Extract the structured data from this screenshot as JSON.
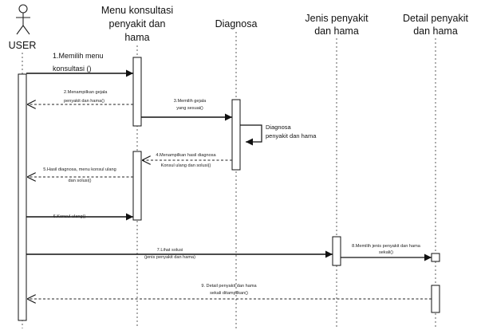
{
  "participants": [
    {
      "id": "user",
      "name": "USER"
    },
    {
      "id": "menu",
      "line1": "Menu konsultasi",
      "line2": "penyakit dan",
      "line3": "hama"
    },
    {
      "id": "diag",
      "name": "Diagnosa"
    },
    {
      "id": "jenis",
      "line1": "Jenis penyakit",
      "line2": "dan hama"
    },
    {
      "id": "detail",
      "line1": "Detail penyakit",
      "line2": "dan hama"
    }
  ],
  "messages": [
    {
      "id": "m1",
      "line1": "1.Memilih menu",
      "line2": "konsultasi ()",
      "style": "sync",
      "from": "user",
      "to": "menu"
    },
    {
      "id": "m2",
      "line1": "2.Menampilkan gejala",
      "line2": "penyakit dan hama()",
      "style": "return",
      "from": "menu",
      "to": "user"
    },
    {
      "id": "m3",
      "line1": "3.Memilih gejala",
      "line2": "yang sesuai()",
      "style": "sync",
      "from": "menu",
      "to": "diag"
    },
    {
      "id": "self",
      "line1": "Diagnosa",
      "line2": "penyakit dan hama",
      "style": "self",
      "from": "diag",
      "to": "diag"
    },
    {
      "id": "m4",
      "line1": "4.Menampilkan hasil diagnosa",
      "line2": "Konsul ulang dan solusi()",
      "style": "return",
      "from": "diag",
      "to": "menu"
    },
    {
      "id": "m5",
      "line1": "5.Hasil diagnosa, menu konsul ulang",
      "line2": "dan solusi()",
      "style": "return",
      "from": "menu",
      "to": "user"
    },
    {
      "id": "m6",
      "line1": "6.Konsul ulang()",
      "style": "sync",
      "from": "user",
      "to": "menu"
    },
    {
      "id": "m7",
      "line1": "7.Lihat  solusi",
      "line2": "(jenis penyakit dan hama)",
      "style": "sync",
      "from": "user",
      "to": "jenis"
    },
    {
      "id": "m8",
      "line1": "8.Memilih jenis penyakit dan hama",
      "line2": "sekali()",
      "style": "sync",
      "from": "jenis",
      "to": "detail"
    },
    {
      "id": "m9",
      "line1": "9. Detail penyakit dan hama",
      "line2": "sekali ditampilkan()",
      "style": "return",
      "from": "detail",
      "to": "user"
    }
  ]
}
